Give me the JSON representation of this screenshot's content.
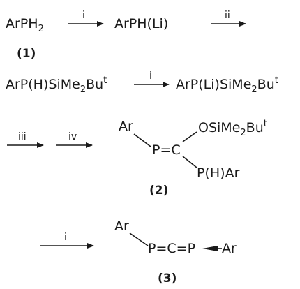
{
  "scheme": {
    "row1": {
      "reactant": {
        "main": "ArPH",
        "sub": "2"
      },
      "step1": {
        "reagent": "i"
      },
      "product": "ArPH(Li)",
      "step2": {
        "reagent": "ii"
      }
    },
    "compound1_label": "(1)",
    "row2": {
      "reactant": {
        "main": "ArP(H)SiMe",
        "sub": "2",
        "tail": "Bu",
        "sup": "t"
      },
      "step": {
        "reagent": "i"
      },
      "product": {
        "main": "ArP(Li)SiMe",
        "sub": "2",
        "tail": "Bu",
        "sup": "t"
      }
    },
    "row3": {
      "step3": {
        "reagent": "iii"
      },
      "step4": {
        "reagent": "iv"
      }
    },
    "compound2": {
      "ar": "Ar",
      "p_eq_c": "P=C",
      "substituent_top": {
        "main": "OSiMe",
        "sub": "2",
        "tail": "Bu",
        "sup": "t"
      },
      "substituent_bottom": "P(H)Ar",
      "label": "(2)"
    },
    "row4": {
      "step": {
        "reagent": "i"
      }
    },
    "compound3": {
      "ar": "Ar",
      "chain": "P=C=P",
      "ar_right": "Ar",
      "label": "(3)"
    }
  }
}
